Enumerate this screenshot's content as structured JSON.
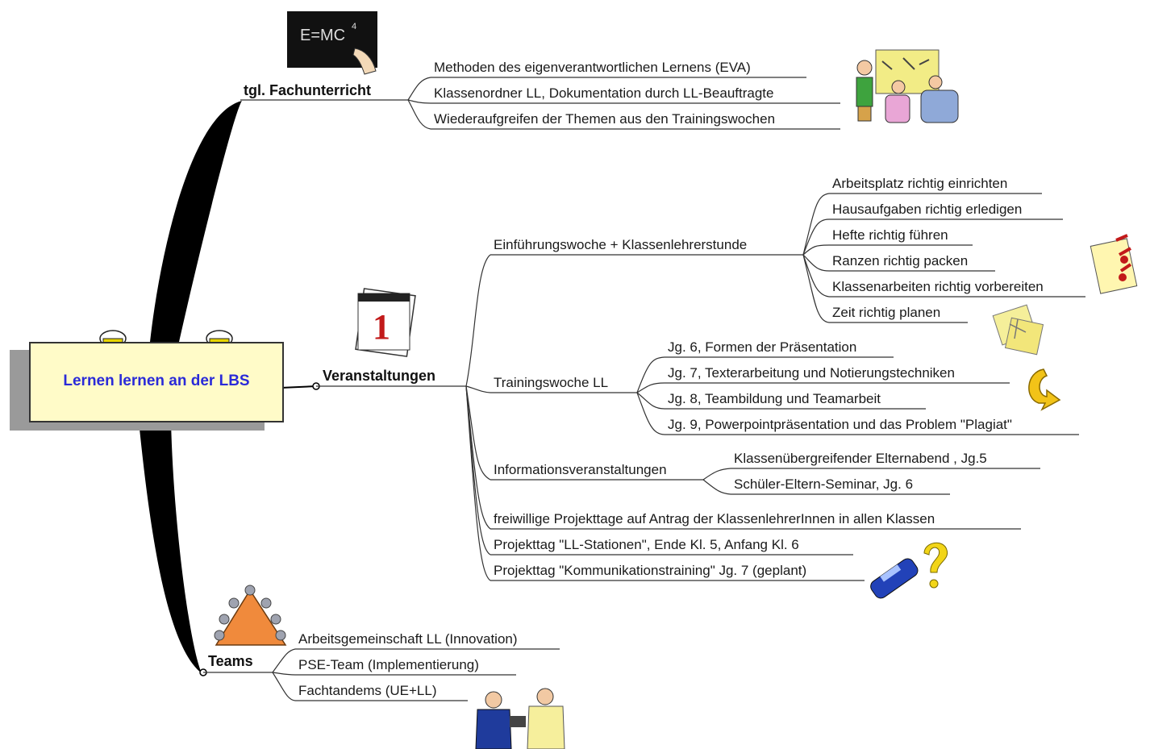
{
  "center": {
    "title": "Lernen lernen an der LBS"
  },
  "branches": {
    "fach": {
      "label": "tgl. Fachunterricht",
      "items": [
        "Methoden des eigenverantwortlichen Lernens (EVA)",
        "Klassenordner LL, Dokumentation durch  LL-Beauftragte",
        "Wiederaufgreifen der Themen aus den Trainingswochen"
      ]
    },
    "veranstaltungen": {
      "label": "Veranstaltungen",
      "einfuehrung": {
        "label": "Einführungswoche + Klassenlehrerstunde",
        "items": [
          "Arbeitsplatz richtig einrichten",
          "Hausaufgaben richtig erledigen",
          "Hefte richtig führen",
          "Ranzen richtig packen",
          "Klassenarbeiten richtig vorbereiten",
          "Zeit richtig planen"
        ]
      },
      "training": {
        "label": "Trainingswoche LL",
        "items": [
          "Jg. 6, Formen der Präsentation",
          "Jg. 7, Texterarbeitung und Notierungstechniken",
          "Jg. 8, Teambildung und Teamarbeit",
          "Jg. 9, Powerpointpräsentation und das Problem \"Plagiat\""
        ]
      },
      "info": {
        "label": "Informationsveranstaltungen",
        "items": [
          "Klassenübergreifender Elternabend , Jg.5",
          "Schüler-Eltern-Seminar, Jg. 6"
        ]
      },
      "others": [
        "freiwillige Projekttage auf Antrag der KlassenlehrerInnen in allen Klassen",
        "Projekttag \"LL-Stationen\", Ende Kl. 5, Anfang Kl. 6",
        "Projekttag \"Kommunikationstraining\" Jg. 7 (geplant)"
      ]
    },
    "teams": {
      "label": "Teams",
      "items": [
        "Arbeitsgemeinschaft LL (Innovation)",
        "PSE-Team (Implementierung)",
        "Fachtandems (UE+LL)"
      ]
    }
  },
  "icons": {
    "blackboard_text": "E=MC",
    "blackboard_exp": "4",
    "calendar_number": "1"
  },
  "colors": {
    "center_fill": "#fffbc8",
    "center_text": "#2a2ad8",
    "line": "#000000"
  }
}
